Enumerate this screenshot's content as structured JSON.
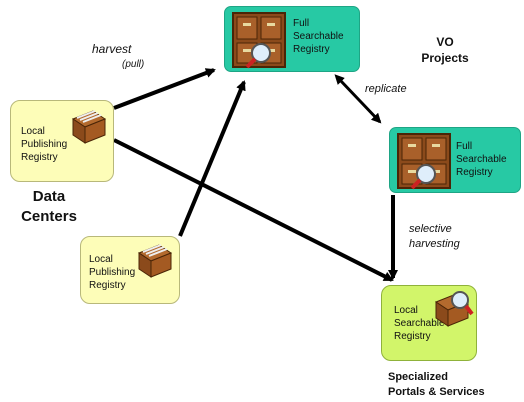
{
  "nodes": {
    "full_registry_top": {
      "line1": "Full",
      "line2": "Searchable",
      "line3": "Registry"
    },
    "full_registry_right": {
      "line1": "Full",
      "line2": "Searchable",
      "line3": "Registry"
    },
    "local_publishing_left": {
      "line1": "Local",
      "line2": "Publishing",
      "line3": "Registry"
    },
    "local_publishing_center": {
      "line1": "Local",
      "line2": "Publishing",
      "line3": "Registry"
    },
    "local_searchable": {
      "line1": "Local",
      "line2": "Searchable",
      "line3": "Registry"
    }
  },
  "edges": {
    "harvest": "harvest",
    "harvest_sub": "(pull)",
    "replicate": "replicate",
    "selective_line1": "selective",
    "selective_line2": "harvesting"
  },
  "groups": {
    "vo_line1": "VO",
    "vo_line2": "Projects",
    "data_line1": "Data",
    "data_line2": "Centers",
    "portals_line1": "Specialized",
    "portals_line2": "Portals & Services"
  },
  "colors": {
    "full_registry": "#27c9a4",
    "publishing_registry": "#fdfdb8",
    "searchable_registry": "#d2f56a",
    "arrow": "#000000"
  },
  "icons": {
    "full_registry": "file-cabinet-magnifier-icon",
    "publishing_registry": "file-drawer-icon",
    "searchable_registry": "file-drawer-magnifier-icon"
  }
}
